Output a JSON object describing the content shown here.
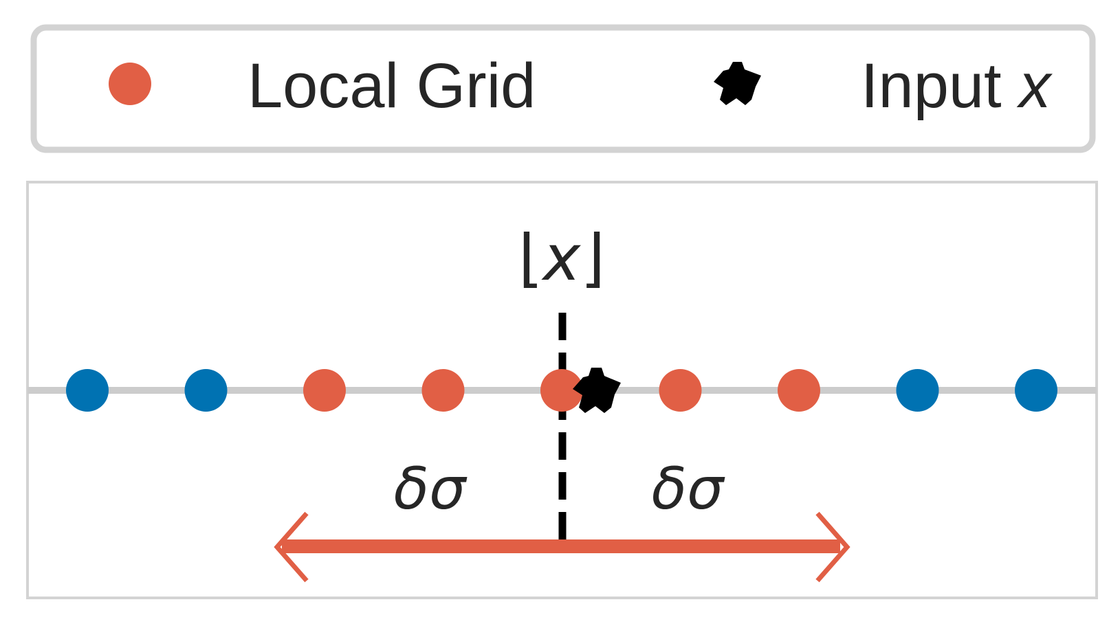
{
  "legend": {
    "items": [
      {
        "label_text": "Local Grid",
        "marker": "circle",
        "color": "#E15F45"
      },
      {
        "label_main": "Input ",
        "label_var": "x",
        "marker": "star",
        "color": "#000000"
      }
    ]
  },
  "diagram": {
    "floor_label": {
      "left": "⌊",
      "var": "x",
      "right": "⌋"
    },
    "delta_label_left": "δσ",
    "delta_label_right": "δσ",
    "colors": {
      "local": "#E15F45",
      "outer": "#0072B2",
      "axis": "#CCCCCC",
      "arrow": "#E15F45",
      "dashed": "#000000",
      "star": "#000000"
    },
    "grid_points": [
      {
        "kind": "outer"
      },
      {
        "kind": "outer"
      },
      {
        "kind": "local"
      },
      {
        "kind": "local"
      },
      {
        "kind": "local"
      },
      {
        "kind": "local"
      },
      {
        "kind": "local"
      },
      {
        "kind": "outer"
      },
      {
        "kind": "outer"
      }
    ]
  }
}
